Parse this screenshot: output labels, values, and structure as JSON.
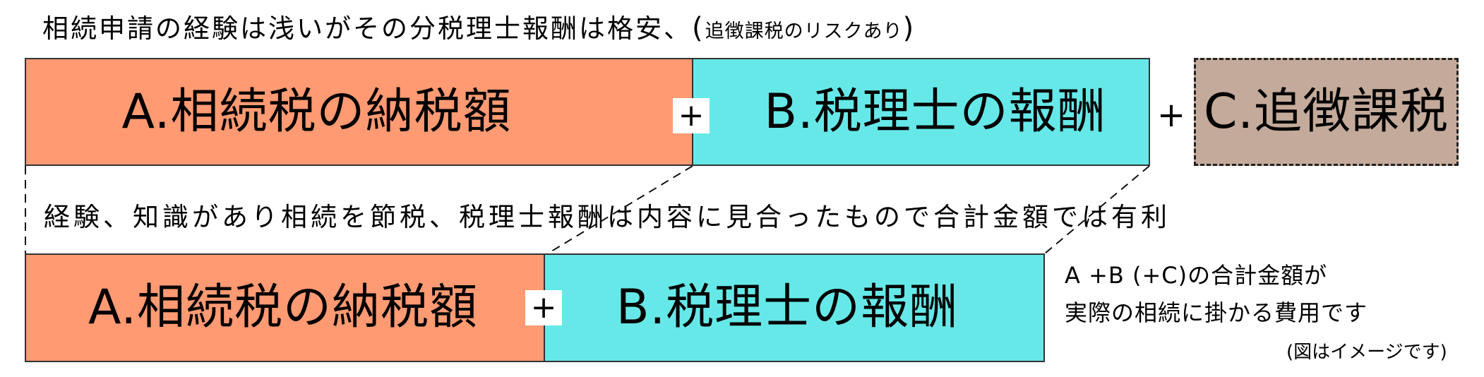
{
  "header": {
    "caption_main": "相続申請の経験は浅いがその分税理士報酬は格安、",
    "caption_paren_open": "(",
    "caption_small": "追徴課税のリスクあり",
    "caption_paren_close": ")"
  },
  "scenario_1": {
    "box_a_label": "A.相続税の納税額",
    "plus_ab": "+",
    "box_b_label": "B.税理士の報酬",
    "plus_bc": "+",
    "box_c_label": "C.追徴課税"
  },
  "middle_caption": "経験、知識があり相続を節税、税理士報酬は内容に見合ったもので合計金額では有利",
  "scenario_2": {
    "box_a_label": "A.相続税の納税額",
    "plus_ab": "+",
    "box_b_label": "B.税理士の報酬"
  },
  "note": {
    "line1": "A +B (+C)の合計金額が",
    "line2": "実際の相続に掛かる費用です",
    "disclaimer": "(図はイメージです)"
  },
  "colors": {
    "box_a": "#FF9A73",
    "box_b": "#66E8E8",
    "box_c": "#C4AA9A",
    "border": "#333333"
  }
}
